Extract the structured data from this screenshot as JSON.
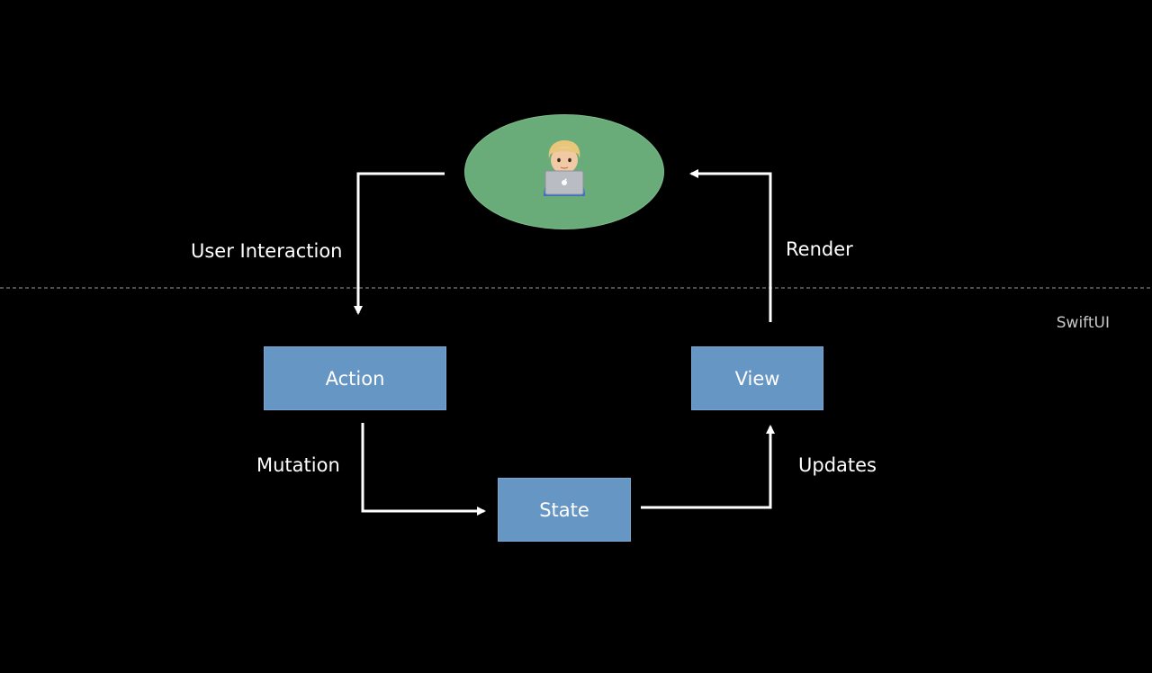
{
  "diagram": {
    "framework_label": "SwiftUI",
    "nodes": {
      "user": {
        "icon": "user-with-laptop-icon",
        "color": "#6aab7a"
      },
      "action": {
        "label": "Action",
        "color": "#6696c4"
      },
      "state": {
        "label": "State",
        "color": "#6696c4"
      },
      "view": {
        "label": "View",
        "color": "#6696c4"
      }
    },
    "edges": {
      "user_interaction": {
        "label": "User Interaction",
        "from": "user",
        "to": "action"
      },
      "mutation": {
        "label": "Mutation",
        "from": "action",
        "to": "state"
      },
      "updates": {
        "label": "Updates",
        "from": "state",
        "to": "view"
      },
      "render": {
        "label": "Render",
        "from": "view",
        "to": "user"
      }
    }
  }
}
